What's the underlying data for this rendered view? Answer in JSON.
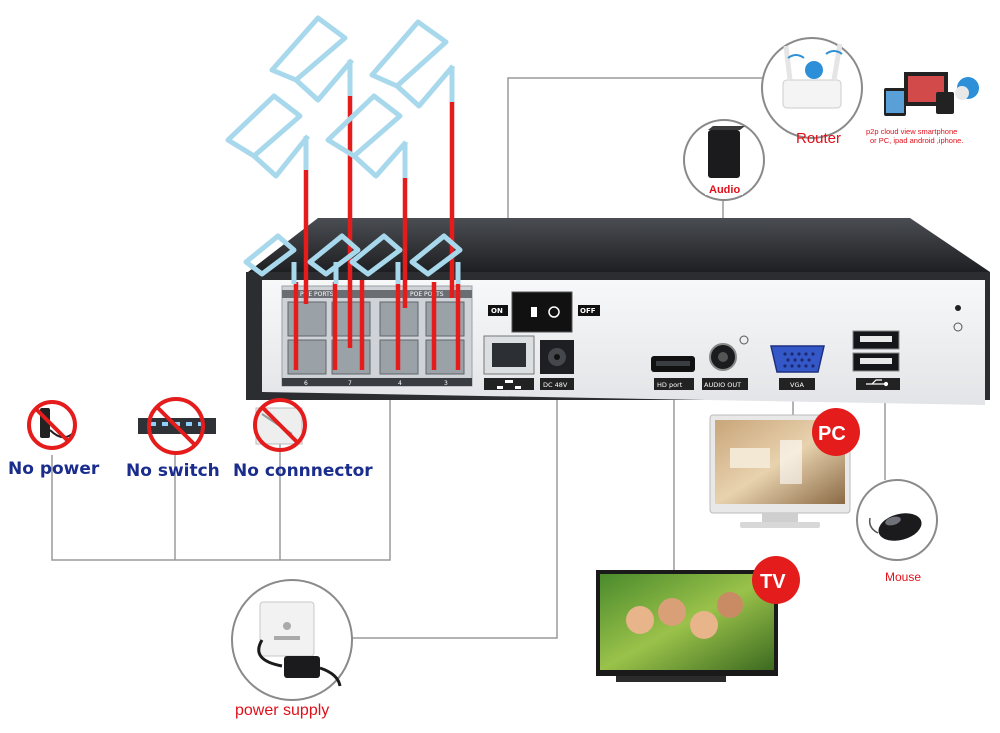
{
  "no_items": [
    {
      "label": "No power"
    },
    {
      "label": "No switch"
    },
    {
      "label": "No connnector"
    }
  ],
  "nvr": {
    "poe_ports_label_left": "POE PORTS",
    "poe_ports_label_right": "POE PORTS",
    "port_numbers": [
      "6",
      "7",
      "4",
      "3"
    ],
    "switch_on": "ON",
    "switch_off": "OFF",
    "lan_icon": "network-icon",
    "dc_label": "DC 48V",
    "hdmi_label": "HD port",
    "audio_out_label": "AUDIO OUT",
    "vga_label": "VGA",
    "usb_label": "usb-icon"
  },
  "devices": {
    "router_label": "Router",
    "cloud_text_line1": "p2p cloud  view smartphone",
    "cloud_text_line2": "or PC, ipad android ,iphone.",
    "audio_label": "Audio",
    "pc_badge": "PC",
    "tv_badge": "TV",
    "mouse_label": "Mouse",
    "power_supply_label": "power supply"
  },
  "colors": {
    "cable_red": "#e41c1c",
    "camera_blue": "#a8d8ec",
    "label_blue": "#1a2c8c",
    "label_red": "#e0101a",
    "nvr_dark": "#2b2d30",
    "nvr_panel": "#eef0f2"
  }
}
